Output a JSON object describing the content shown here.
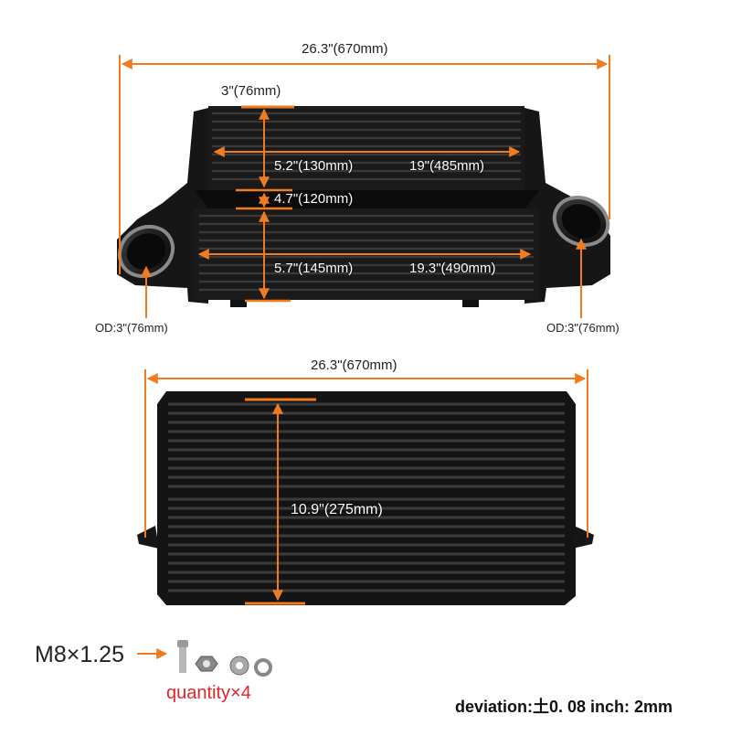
{
  "image": {
    "subject": "black aluminum bar-and-plate intercooler with dimension callouts",
    "colors": {
      "body": "#111111",
      "fin": "#2c2c2c",
      "dimension_line": "#f07c1f",
      "highlight": "#ffffff",
      "quantity_text": "#e0262b"
    }
  },
  "top_view": {
    "overall_width": "26.3\"(670mm)",
    "inlet_width": "3\"(76mm)",
    "upper_core_height": "5.2\"(130mm)",
    "upper_core_length": "19\"(485mm)",
    "step_height": "4.7\"(120mm)",
    "lower_core_height": "5.7\"(145mm)",
    "lower_core_length": "19.3\"(490mm)",
    "left_outlet": "OD:3\"(76mm)",
    "right_outlet": "OD:3\"(76mm)"
  },
  "front_view": {
    "overall_width": "26.3\"(670mm)",
    "core_height": "10.9\"(275mm)"
  },
  "hardware": {
    "bolt_size": "M8×1.25",
    "quantity": "quantity×4"
  },
  "tolerance": {
    "text": "deviation:土0. 08 inch: 2mm"
  }
}
